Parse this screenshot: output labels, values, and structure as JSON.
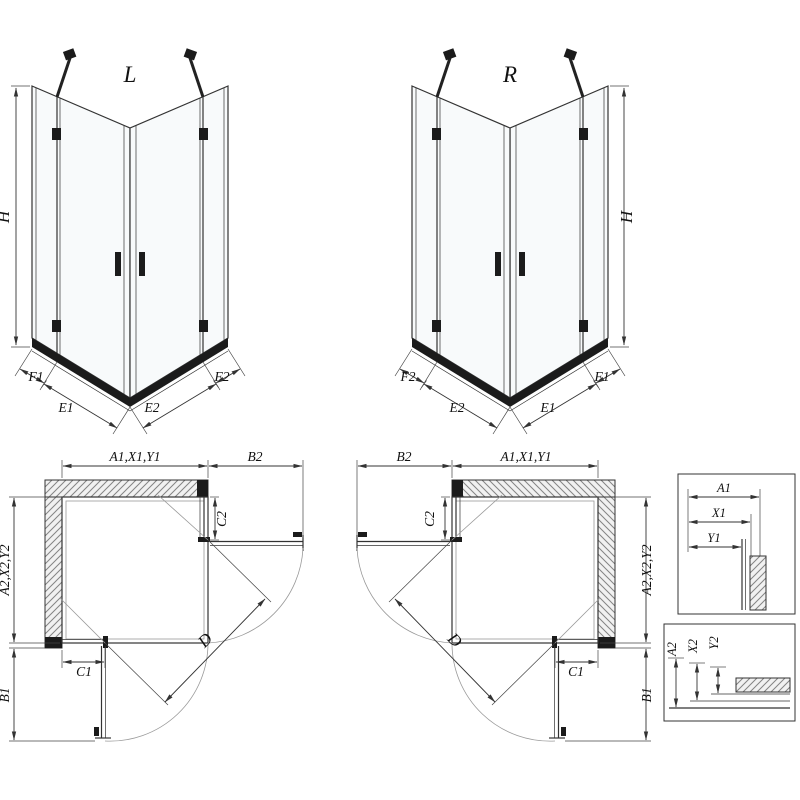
{
  "views": {
    "l3d": {
      "label": "L",
      "h": "H",
      "f1": "F1",
      "e1": "E1",
      "e2": "E2",
      "f2": "F2"
    },
    "r3d": {
      "label": "R",
      "h": "H",
      "f1": "F1",
      "e1": "E1",
      "e2": "E2",
      "f2": "F2"
    },
    "plan_l": {
      "a1": "A1,X1,Y1",
      "b2": "B2",
      "c2": "C2",
      "a2": "A2,X2,Y2",
      "c1": "C1",
      "d": "D",
      "b1": "B1"
    },
    "plan_r": {
      "a1": "A1,X1,Y1",
      "b2": "B2",
      "c2": "C2",
      "a2": "A2,X2,Y2",
      "c1": "C1",
      "d": "D",
      "b1": "B1"
    },
    "detail1": {
      "a1": "A1",
      "x1": "X1",
      "y1": "Y1"
    },
    "detail2": {
      "a2": "A2",
      "x2": "X2",
      "y2": "Y2"
    }
  }
}
